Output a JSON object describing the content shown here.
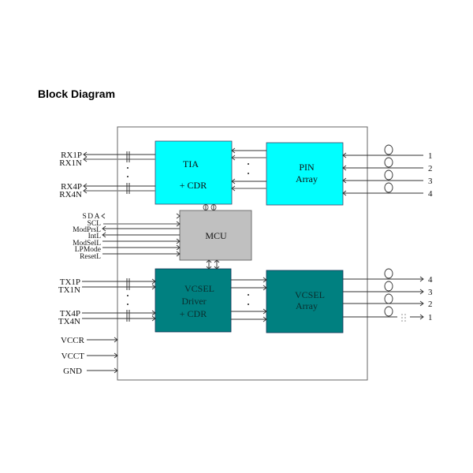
{
  "title": "Block Diagram",
  "colors": {
    "tia_fill": "#00ffff",
    "pin_fill": "#00ffff",
    "mcu_fill": "#c0c0c0",
    "vcsel_driver_fill": "#008080",
    "vcsel_array_fill": "#008080",
    "outline": "#555555"
  },
  "blocks": {
    "tia": {
      "line1": "TIA",
      "line2": "+ CDR"
    },
    "pin": {
      "line1": "PIN",
      "line2": "Array"
    },
    "mcu": {
      "line1": "MCU"
    },
    "vcsel_driver": {
      "line1": "VCSEL",
      "line2": "Driver",
      "line3": "+ CDR"
    },
    "vcsel_array": {
      "line1": "VCSEL",
      "line2": "Array"
    }
  },
  "rx_signals": [
    "RX1P",
    "RX1N",
    "RX4P",
    "RX4N"
  ],
  "control_signals": [
    "SDA",
    "SCL",
    "ModPrsL",
    "IntL",
    "ModSelL",
    "LPMode",
    "ResetL"
  ],
  "tx_signals": [
    "TX1P",
    "TX1N",
    "TX4P",
    "TX4N"
  ],
  "power_signals": [
    "VCCR",
    "VCCT",
    "GND"
  ],
  "rx_fiber_labels": [
    "1",
    "2",
    "3",
    "4"
  ],
  "tx_fiber_labels": [
    "4",
    "3",
    "2",
    "1"
  ],
  "ellipsis": ":"
}
